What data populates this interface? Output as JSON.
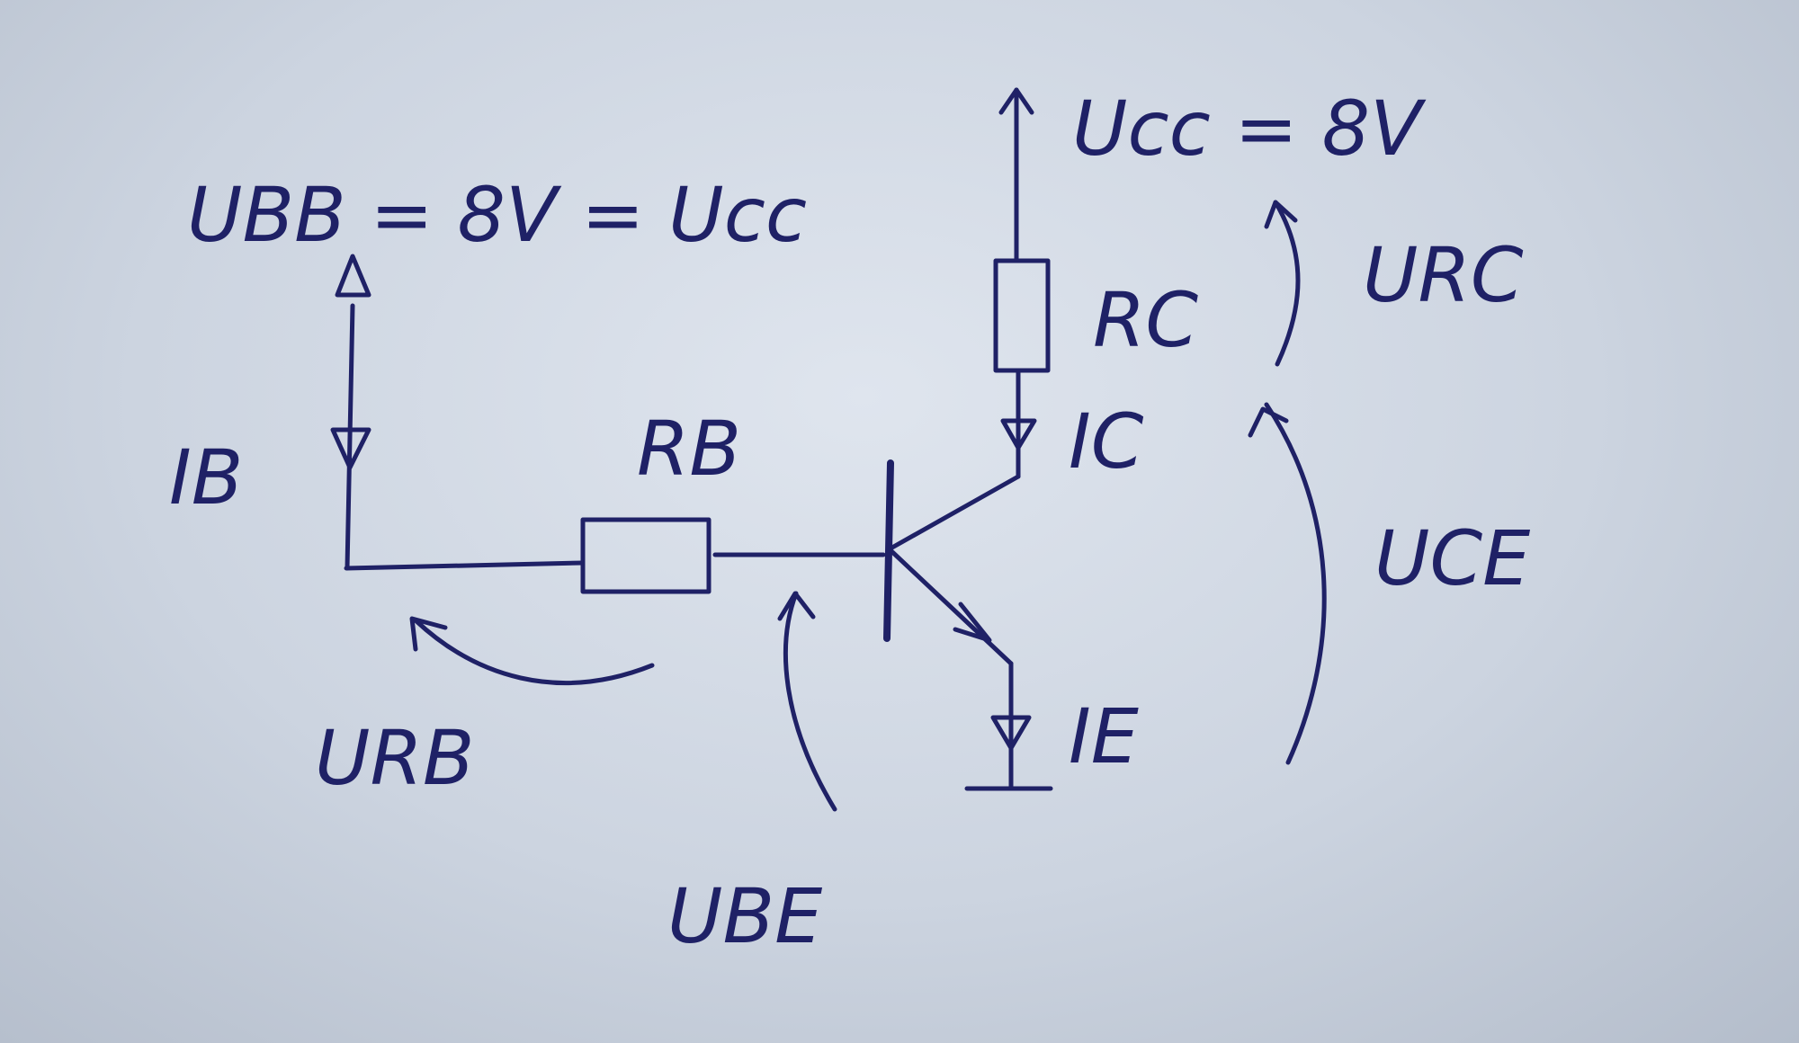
{
  "labels": {
    "ucc_main": "Ucc = 8V",
    "ubb": "UBB = 8V = Ucc",
    "rc": "RC",
    "urc": "URC",
    "ic": "IC",
    "uce": "UCE",
    "ib": "IB",
    "rb": "RB",
    "urb": "URB",
    "ie": "IE",
    "ube": "UBE"
  },
  "ink_color": "#1f2166",
  "paper_color": "#d6dde8"
}
